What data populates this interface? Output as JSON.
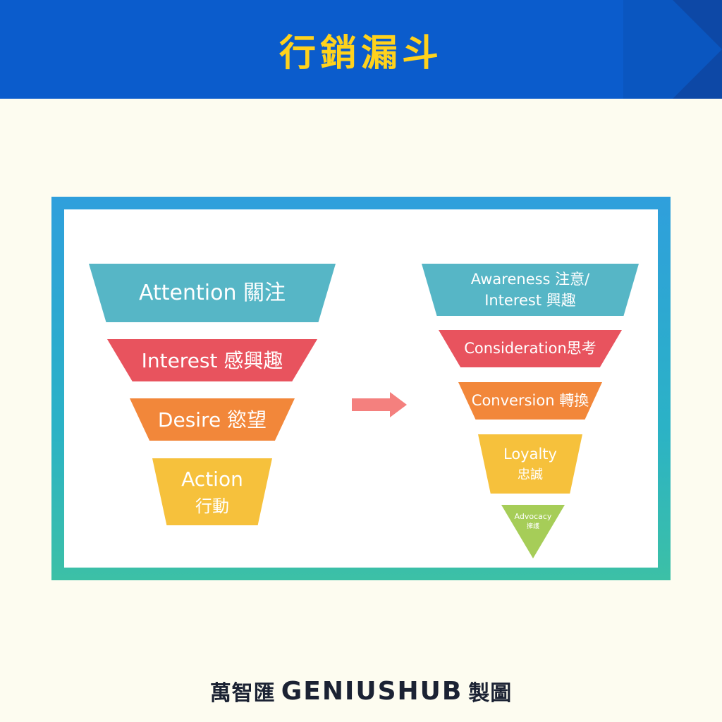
{
  "header": {
    "title": "行銷漏斗"
  },
  "left_funnel": {
    "stages": [
      {
        "label": "Attention 關注",
        "color": "#56b6c6"
      },
      {
        "label": "Interest 感興趣",
        "color": "#e8535e"
      },
      {
        "label": "Desire 慾望",
        "color": "#f2873a"
      },
      {
        "label_en": "Action",
        "label_zh": "行動",
        "color": "#f6c13c"
      }
    ]
  },
  "right_funnel": {
    "stages": [
      {
        "line1": "Awareness 注意/",
        "line2": "Interest 興趣",
        "color": "#56b6c6"
      },
      {
        "label": "Consideration思考",
        "color": "#e8535e"
      },
      {
        "label": "Conversion 轉換",
        "color": "#f2873a"
      },
      {
        "line1": "Loyalty",
        "line2": "忠誠",
        "color": "#f6c13c"
      },
      {
        "line1": "Advocacy",
        "line2": "擁護",
        "color": "#a6cd58"
      }
    ]
  },
  "arrow": {
    "color": "#f4807e"
  },
  "footer": {
    "prefix": "萬智匯",
    "brand": "GENIUSHUB",
    "suffix": "製圖"
  }
}
